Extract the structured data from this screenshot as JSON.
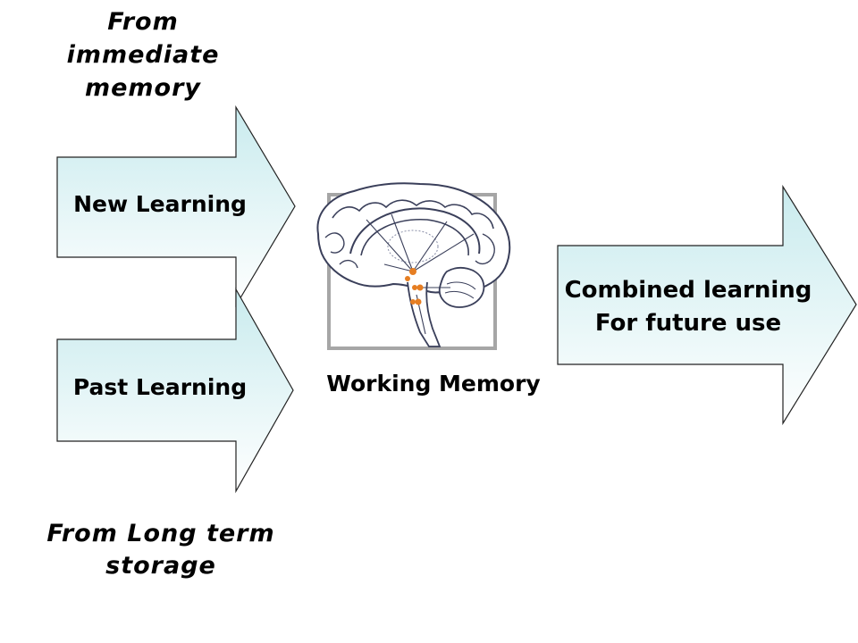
{
  "labels": {
    "from_immediate": "From immediate memory",
    "new_learning": "New Learning",
    "past_learning": "Past Learning",
    "from_long_term": "From Long term storage",
    "working_memory": "Working Memory",
    "combined_line1": "Combined learning",
    "combined_line2": "For future use"
  },
  "colors": {
    "arrow_fill_top": "#c9ebee",
    "arrow_fill_bottom": "#ffffff",
    "arrow_stroke": "#222222",
    "brain_frame": "#a6a6a6",
    "brain_stroke": "#3a3f5a",
    "activation": "#e67e22"
  },
  "icons": {
    "brain": "brain-sagittal-icon"
  }
}
